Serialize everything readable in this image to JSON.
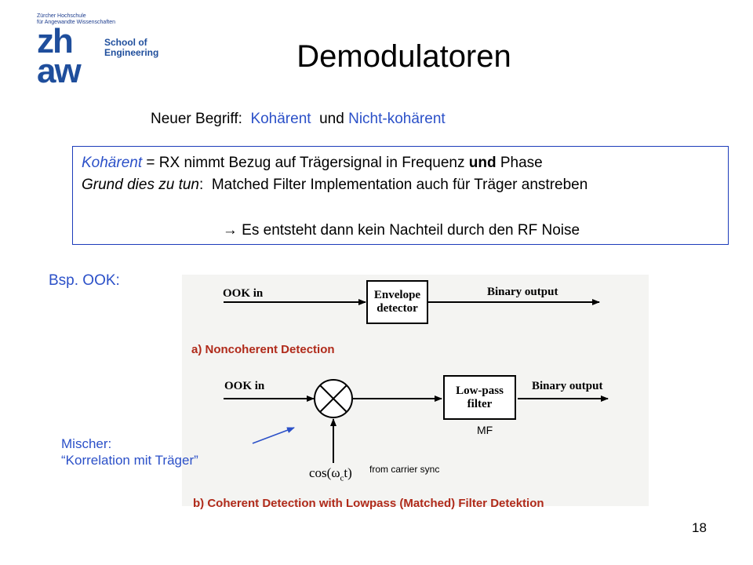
{
  "logo": {
    "small_line1": "Zürcher Hochschule",
    "small_line2": "für Angewandte Wissenschaften",
    "mark_top": "zh",
    "mark_bottom": "aw",
    "school_line1": "School of",
    "school_line2": "Engineering"
  },
  "title": "Demodulatoren",
  "term_line": {
    "prefix": "Neuer Begriff:  ",
    "term1": "Kohärent",
    "middle": "  und ",
    "term2": "Nicht-kohärent"
  },
  "definition": {
    "line1_term": "Kohärent",
    "line1_text": " = RX nimmt Bezug auf Trägersignal in Frequenz ",
    "line1_bold": "und",
    "line1_end": " Phase",
    "line2_term": "Grund dies zu tun",
    "line2_text": ":  Matched Filter Implementation auch für Träger anstreben",
    "line3_arrow": "→",
    "line3_text": " Es entsteht dann kein Nachteil durch den RF Noise"
  },
  "example_label": "Bsp. OOK:",
  "diagram_a": {
    "input_label": "OOK in",
    "box_label_1": "Envelope",
    "box_label_2": "detector",
    "output_label": "Binary output",
    "caption": "a) Noncoherent Detection"
  },
  "diagram_b": {
    "input_label": "OOK in",
    "box_label_1": "Low-pass",
    "box_label_2": "filter",
    "output_label": "Binary output",
    "carrier_label": "cos(ω",
    "carrier_sub": "c",
    "carrier_end": "t)",
    "carrier_note": "from carrier sync",
    "mf_label": "MF",
    "caption": "b) Coherent Detection with Lowpass (Matched) Filter Detektion"
  },
  "mischer": {
    "line1": "Mischer:",
    "line2": "“Korrelation mit Träger”"
  },
  "page_number": "18",
  "colors": {
    "accent_blue": "#2b50c8",
    "logo_blue": "#1f4e9c",
    "caption_red": "#b02a1a",
    "box_border": "#1c3cba"
  }
}
